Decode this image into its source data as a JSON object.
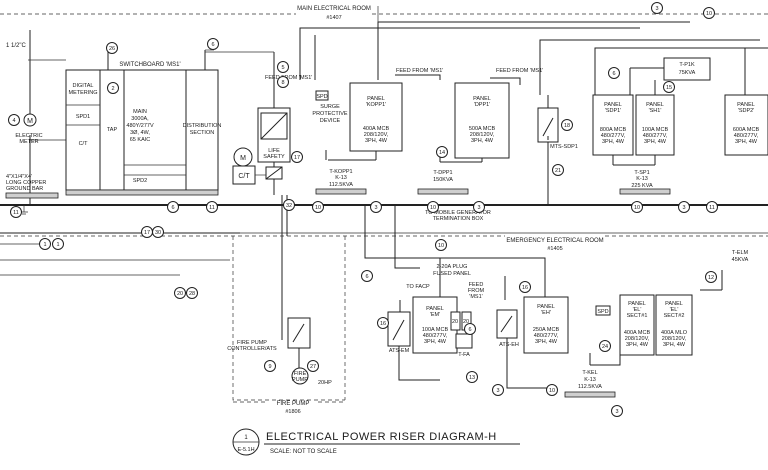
{
  "rooms": {
    "main_room": "MAIN ELECTRICAL ROOM",
    "main_room_no": "#1407",
    "emergency_room": "EMERGENCY ELECTRICAL ROOM",
    "emergency_room_no": "#1405",
    "fire_pump_room": "FIRE PUMP",
    "fire_pump_room_no": "#1806"
  },
  "title_block": {
    "title": "ELECTRICAL POWER RISER DIAGRAM-H",
    "scale": "SCALE: NOT TO SCALE",
    "detail_no": "1",
    "sheet_no": "E-5.1H"
  },
  "service": {
    "conduit": "1 1/2\"C",
    "meter_label_1": "ELECTRIC",
    "meter_label_2": "METER",
    "meter_symbol": "M",
    "ground_bar_1": "4\"X1/4\"X4'",
    "ground_bar_2": "LONG COPPER",
    "ground_bar_3": "GROUND BAR"
  },
  "switchboard": {
    "title": "SWITCHBOARD 'MS1'",
    "metering_1": "DIGITAL",
    "metering_2": "METERING",
    "spd1": "SPD1",
    "ct": "C/T",
    "tap": "TAP",
    "main_1": "MAIN",
    "main_2": "3000A,",
    "main_3": "480Y/277V",
    "main_4": "3Ø, 4W,",
    "main_5": "65 KAIC",
    "spd2": "SPD2",
    "dist_1": "DISTRIBUTION",
    "dist_2": "SECTION"
  },
  "life_safety": {
    "label_1": "LIFE",
    "label_2": "SAFETY",
    "meter": "M",
    "ct": "C/T"
  },
  "feeds": {
    "feed_ms1": "FEED FROM 'MS1'",
    "feed_1": "FEED",
    "feed_2": "FROM",
    "feed_3": "'MS1'"
  },
  "spd_device": {
    "spd": "SPD",
    "label_1": "SURGE",
    "label_2": "PROTECTIVE",
    "label_3": "DEVICE"
  },
  "panels": {
    "kopp1": [
      "PANEL",
      "'KOPP1'",
      "400A MCB",
      "208/120V,",
      "3PH, 4W"
    ],
    "dpp1": [
      "PANEL",
      "'DPP1'",
      "500A MCB",
      "208/120V,",
      "3PH, 4W"
    ],
    "sdp1": [
      "PANEL",
      "'SDP1'",
      "800A MCB",
      "480/277V,",
      "3PH, 4W"
    ],
    "sh1": [
      "PANEL",
      "'SH1'",
      "100A MCB",
      "480/277V,",
      "3PH, 4W"
    ],
    "sdp2": [
      "PANEL",
      "'SDP2'",
      "600A MCB",
      "480/277V,",
      "3PH, 4W"
    ],
    "em": [
      "PANEL",
      "'EM'",
      "100A MCB",
      "480/277V,",
      "3PH, 4W"
    ],
    "eh": [
      "PANEL",
      "'EH'",
      "250A MCB",
      "480/277V,",
      "3PH, 4W"
    ],
    "el1": [
      "PANEL",
      "'EL'",
      "SECT#1",
      "400A MCB",
      "208/120V,",
      "3PH, 4W"
    ],
    "el2": [
      "PANEL",
      "'EL'",
      "SECT#2",
      "400A MLO",
      "208/120V,",
      "3PH, 4W"
    ]
  },
  "transformers": {
    "kopp1": [
      "T-KOPP1",
      "K-13",
      "112.5KVA"
    ],
    "dpp1": [
      "T-DPP1",
      "150KVA"
    ],
    "sp1": [
      "T-SP1",
      "K-13",
      "225 KVA"
    ],
    "p1k": [
      "T-P1K",
      "75KVA"
    ],
    "kel": [
      "T-KEL",
      "K-13",
      "112.5KVA"
    ],
    "elm": [
      "T-ELM",
      "45KVA"
    ],
    "fa": "T-FA"
  },
  "switches": {
    "mts": "MTS-SDP1",
    "ats_em": "ATS-EM",
    "ats_eh": "ATS-EH",
    "fire_pump_ctrl_1": "FIRE PUMP",
    "fire_pump_ctrl_2": "CONTROLLER/ATS",
    "fire_pump_1": "FIRE",
    "fire_pump_2": "PUMP",
    "fire_pump_hp": "20HP"
  },
  "misc": {
    "mobile_gen_1": "TO MOBILE GENERATOR",
    "mobile_gen_2": "TERMINATION BOX",
    "plug_1": "2-20A PLUG",
    "plug_2": "FUSED PANEL",
    "to_facp": "TO FACP",
    "spd_el": "SPD",
    "fuse_1": "20",
    "fuse_2": "20"
  },
  "note_numbers": [
    "1",
    "2",
    "3",
    "4",
    "5",
    "6",
    "8",
    "9",
    "10",
    "11",
    "12",
    "13",
    "14",
    "15",
    "16",
    "17",
    "18",
    "20",
    "21",
    "24",
    "26",
    "27",
    "28",
    "30",
    "32"
  ]
}
